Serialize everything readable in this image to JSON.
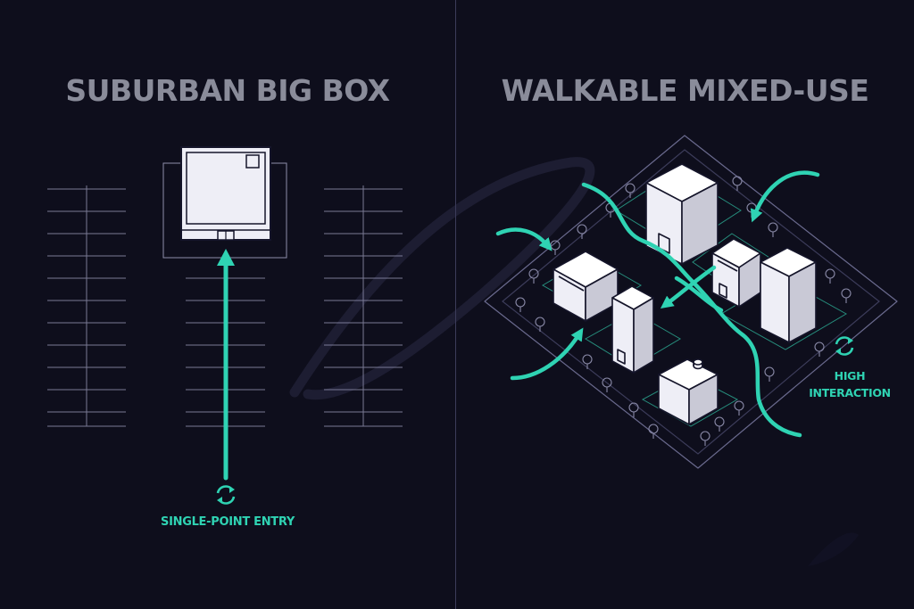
{
  "left_panel": {
    "title": "SUBURBAN BIG BOX",
    "caption": "SINGLE-POINT ENTRY"
  },
  "right_panel": {
    "title": "WALKABLE MIXED-USE",
    "caption": "HIGH\nINTERACTION"
  },
  "colors": {
    "background": "#0e0e1c",
    "accent": "#2fd3b3",
    "building_face": "#eeeef6",
    "building_shade": "#c9c9d6",
    "outline": "#15152a",
    "line": "#a0a0be",
    "heading": "#8a8c9a"
  },
  "icons": [
    "cycle-icon"
  ]
}
